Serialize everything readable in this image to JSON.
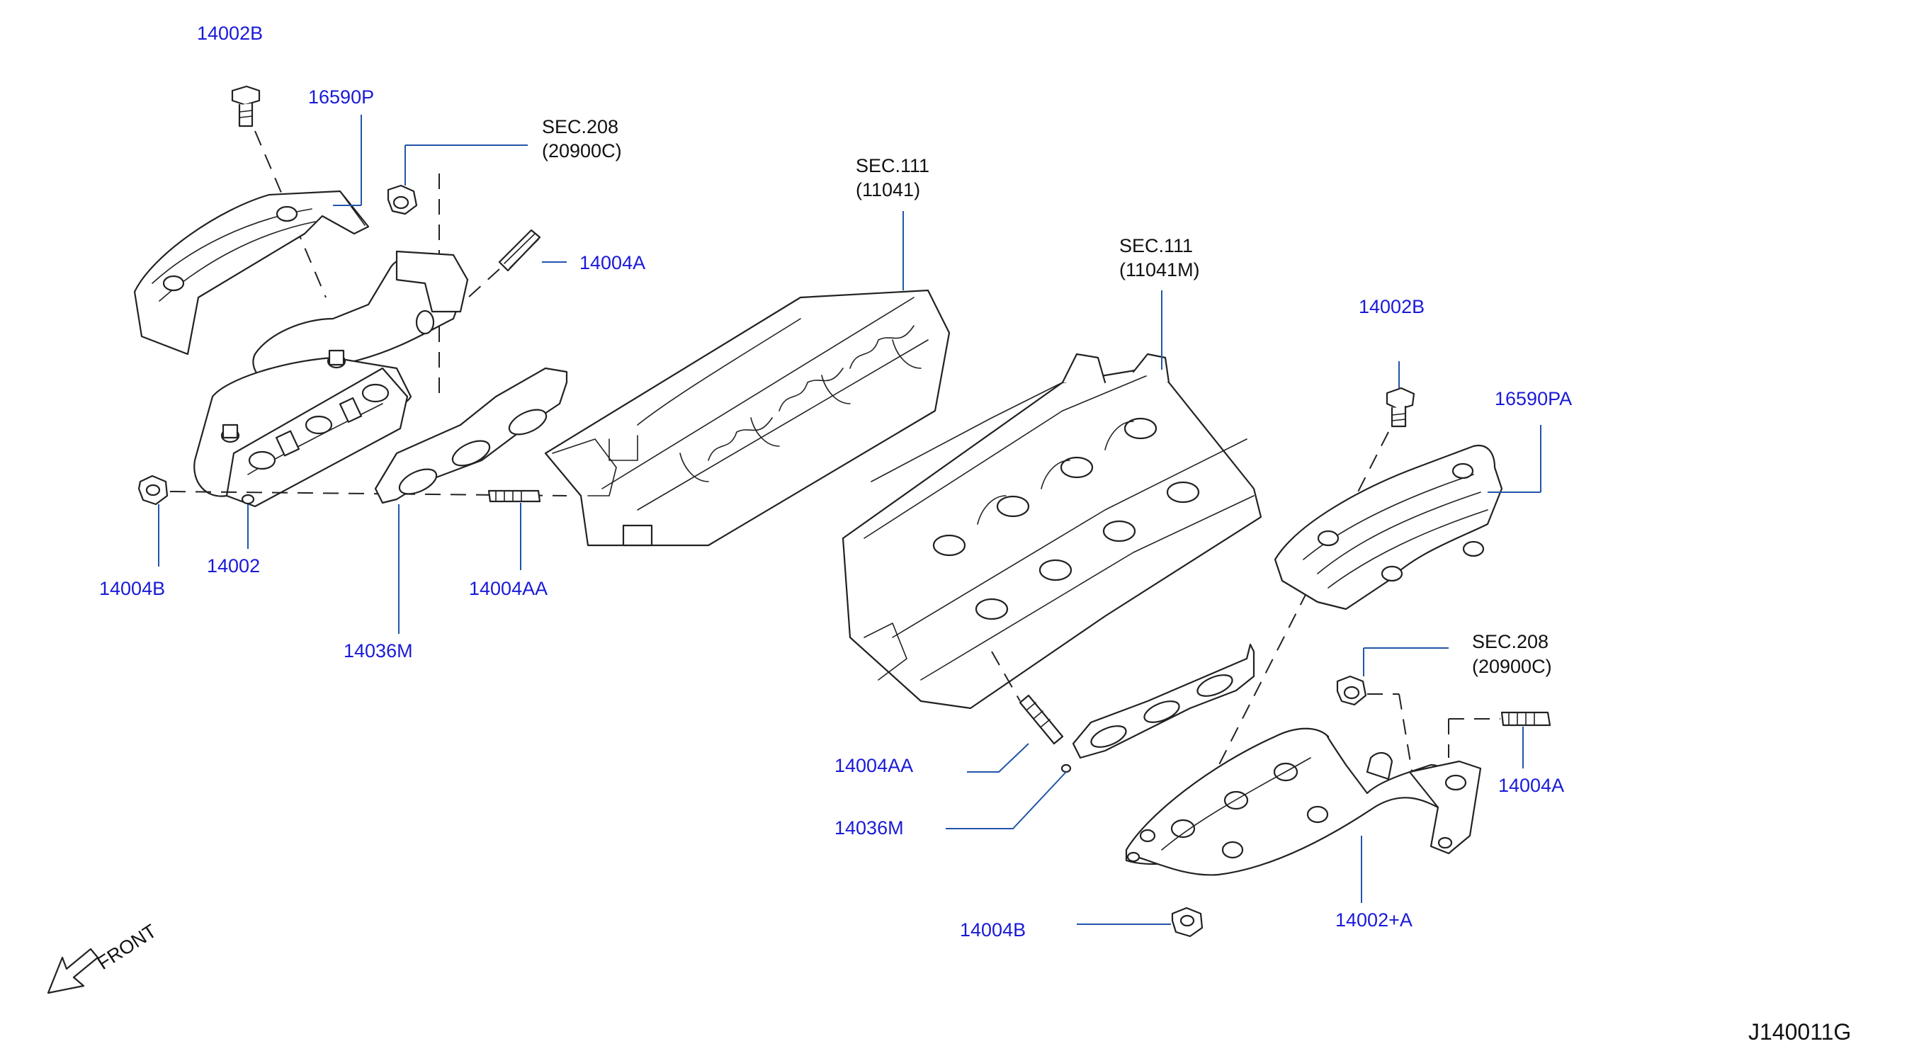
{
  "labels": {
    "l_14002B_top": "14002B",
    "l_16590P": "16590P",
    "l_sec208_top_a": "SEC.208",
    "l_sec208_top_b": "(20900C)",
    "l_14004A_left": "14004A",
    "l_14004B_left": "14004B",
    "l_14002": "14002",
    "l_14036M_left": "14036M",
    "l_14004AA_left": "14004AA",
    "l_sec111_a": "SEC.111",
    "l_sec111_b": "(11041)",
    "l_sec111m_a": "SEC.111",
    "l_sec111m_b": "(11041M)",
    "l_14002B_right": "14002B",
    "l_16590PA": "16590PA",
    "l_sec208_right_a": "SEC.208",
    "l_sec208_right_b": "(20900C)",
    "l_14004A_right": "14004A",
    "l_14004AA_right": "14004AA",
    "l_14036M_right": "14036M",
    "l_14004B_right": "14004B",
    "l_14002A": "14002+A",
    "front": "FRONT",
    "figure_id": "J140011G"
  },
  "colors": {
    "part_number": "#1a1ad9",
    "section_ref": "#111111",
    "leader": "#2255aa"
  }
}
